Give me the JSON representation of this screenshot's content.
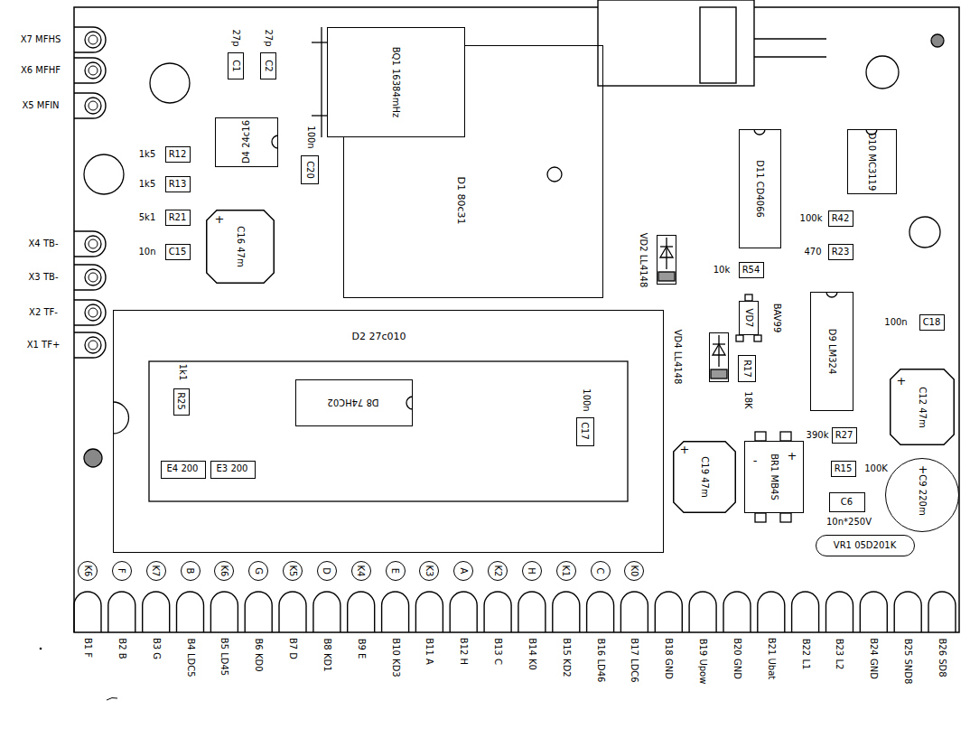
{
  "diagram": {
    "nodes": [
      {
        "text": [
          "C1"
        ]
      },
      {
        "text": [
          "C2"
        ]
      },
      {
        "text": [
          "D1 80c31"
        ]
      },
      {
        "text": [
          "BQ1 16384mHz"
        ]
      },
      {
        "text": [
          "D4 24c16"
        ]
      },
      {
        "text": [
          "C20"
        ]
      },
      {
        "text": [
          "R12"
        ]
      },
      {
        "text": [
          "R13"
        ]
      },
      {
        "text": [
          "R21"
        ]
      },
      {
        "text": [
          "C15"
        ]
      },
      {
        "text": [
          "C16 47m"
        ]
      },
      {
        "text": [
          "D11 CD4066"
        ]
      },
      {
        "text": [
          "D10 MC3119"
        ]
      },
      {
        "text": [
          "R42"
        ]
      },
      {
        "text": [
          "R23"
        ]
      },
      {
        "text": [
          "VD2 LL4148"
        ]
      },
      {
        "text": [
          "R54"
        ]
      },
      {
        "text": [
          "VD7"
        ]
      },
      {
        "text": [
          "D9 LM324"
        ]
      },
      {
        "text": [
          "C18"
        ]
      },
      {
        "text": [
          "VD4 LL4148"
        ]
      },
      {
        "text": [
          "R17"
        ]
      },
      {
        "text": [
          "D2 27c010"
        ]
      },
      {
        "text": [
          "D8 74HC02"
        ],
        "in": 22
      },
      {
        "text": [
          "R25"
        ],
        "in": 22
      },
      {
        "text": [
          "C17"
        ],
        "in": 22
      },
      {
        "text": [
          "E4 200"
        ],
        "in": 22
      },
      {
        "text": [
          "E3 200"
        ],
        "in": 22
      },
      {
        "text": [
          "C12 47m"
        ]
      },
      {
        "text": [
          "R27"
        ]
      },
      {
        "text": [
          "C19 47m"
        ]
      },
      {
        "text": [
          "BR1 MB4S"
        ]
      },
      {
        "text": [
          "R15"
        ]
      },
      {
        "text": [
          "C6"
        ]
      },
      {
        "text": [
          "C9 220m"
        ]
      },
      {
        "text": [
          "VR1 05D201K"
        ]
      },
      {
        "text": [
          "K6"
        ]
      },
      {
        "text": [
          "F"
        ]
      },
      {
        "text": [
          "K7"
        ]
      },
      {
        "text": [
          "B"
        ]
      },
      {
        "text": [
          "K6"
        ]
      },
      {
        "text": [
          "G"
        ]
      },
      {
        "text": [
          "K5"
        ]
      },
      {
        "text": [
          "D"
        ]
      },
      {
        "text": [
          "K4"
        ]
      },
      {
        "text": [
          "E"
        ]
      },
      {
        "text": [
          "K3"
        ]
      },
      {
        "text": [
          "A"
        ]
      },
      {
        "text": [
          "K2"
        ]
      },
      {
        "text": [
          "H"
        ]
      },
      {
        "text": [
          "K1"
        ]
      },
      {
        "text": [
          "C"
        ]
      },
      {
        "text": [
          "K0"
        ]
      }
    ],
    "labels": [
      "X7 MFHS",
      "X6 MFHF",
      "X5 MFIN",
      "X4 TB-",
      "X3 TB-",
      "X2 TF-",
      "X1 TF+",
      "27p",
      "27p",
      "1k5",
      "1k5",
      "5k1",
      "10n",
      "100n",
      "100k",
      "470",
      "10k",
      "BAV99",
      "100n",
      "18K",
      "1k1",
      "100n",
      "390k",
      "100K",
      "10n*250V",
      "+",
      "+",
      "+",
      "-",
      "+",
      "+",
      "B1 F",
      "B2 B",
      "B3 G",
      "B4 LDC5",
      "B5 LD45",
      "B6 KD0",
      "B7 D",
      "B8 KD1",
      "B9 E",
      "B10 KD3",
      "B11 A",
      "B12 H",
      "B13 C",
      "B14 K0",
      "B15 KD2",
      "B16 LD46",
      "B17 LDC6",
      "B18 GND",
      "B19 Upow",
      "B20 GND",
      "B21 Ubat",
      "B22 L1",
      "B23 L2",
      "B24 GND",
      "B25 SND8",
      "B26 SD8"
    ]
  }
}
